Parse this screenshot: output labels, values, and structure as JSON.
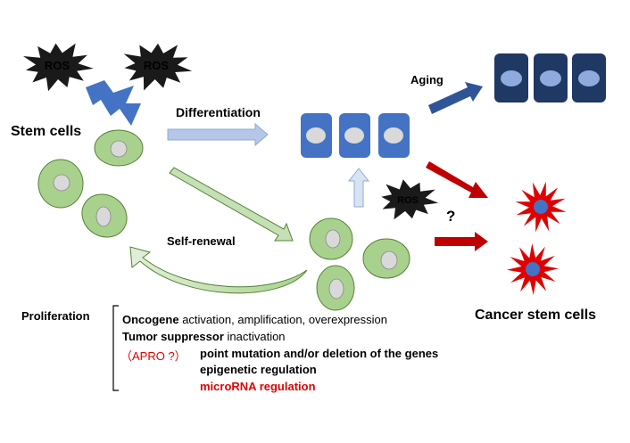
{
  "labels": {
    "ros_1": "ROS",
    "ros_2": "ROS",
    "ros_3": "ROS",
    "stem_cells": "Stem cells",
    "differentiation": "Differentiation",
    "aging": "Aging",
    "self_renewal": "Self-renewal",
    "question": "?",
    "cancer_stem_cells": "Cancer stem cells"
  },
  "notes": {
    "proliferation": "Proliferation",
    "apro": "（APRO ?）",
    "lines": [
      {
        "strong": "Oncogene",
        "text": " activation, amplification, overexpression"
      },
      {
        "strong": "Tumor suppressor",
        "text": " inactivation"
      },
      {
        "strong": "point mutation and/or deletion of the genes",
        "text": ""
      },
      {
        "strong": "epigenetic regulation",
        "text": ""
      },
      {
        "strong": "microRNA regulation",
        "text": ""
      }
    ]
  },
  "colors": {
    "stem_cell_fill": "#a9d18e",
    "stem_cell_stroke": "#548235",
    "diff_cell_fill": "#4472c4",
    "aged_cell_fill": "#1f3864",
    "nucleus_light": "#d9d9d9",
    "aged_nucleus": "#8faadc",
    "cancer_fill": "#e00000",
    "cancer_nucleus": "#4472c4",
    "ros_fill": "#1a1a1a",
    "red_text": "#e00000",
    "aging_arrow": "#2f5597",
    "red_arrow": "#c00000",
    "pale_arrow": "#b4c7e7",
    "green_arrow": "#c5e0b4",
    "lightning": "#4472c4"
  }
}
